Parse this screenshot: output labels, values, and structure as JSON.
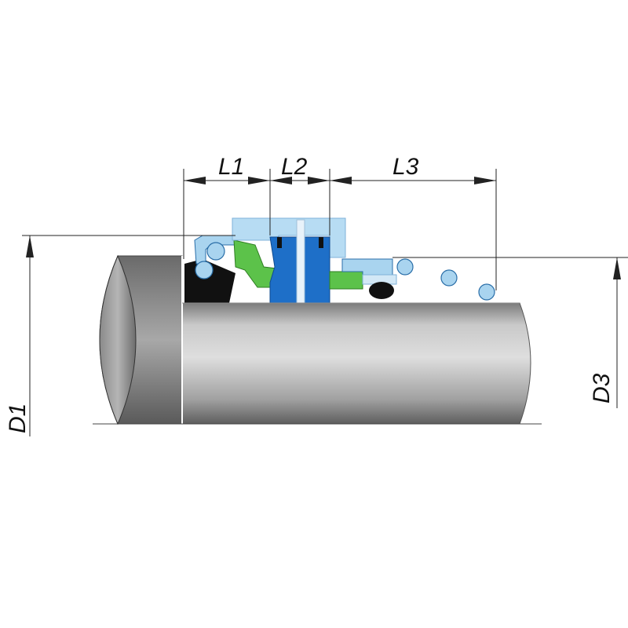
{
  "dimensions": {
    "L1": "L1",
    "L2": "L2",
    "L3": "L3",
    "D1": "D1",
    "D3": "D3"
  },
  "colors": {
    "shaft_light": "#d6d6d6",
    "shaft_dark": "#5a5a5a",
    "light_blue_part": "#a9d4ef",
    "blue_seal_face": "#1e6fc8",
    "green_part": "#5cc24a",
    "black_elastomer": "#111111",
    "spring_coil": "#8dc4ec",
    "dimension_line": "#222222"
  }
}
